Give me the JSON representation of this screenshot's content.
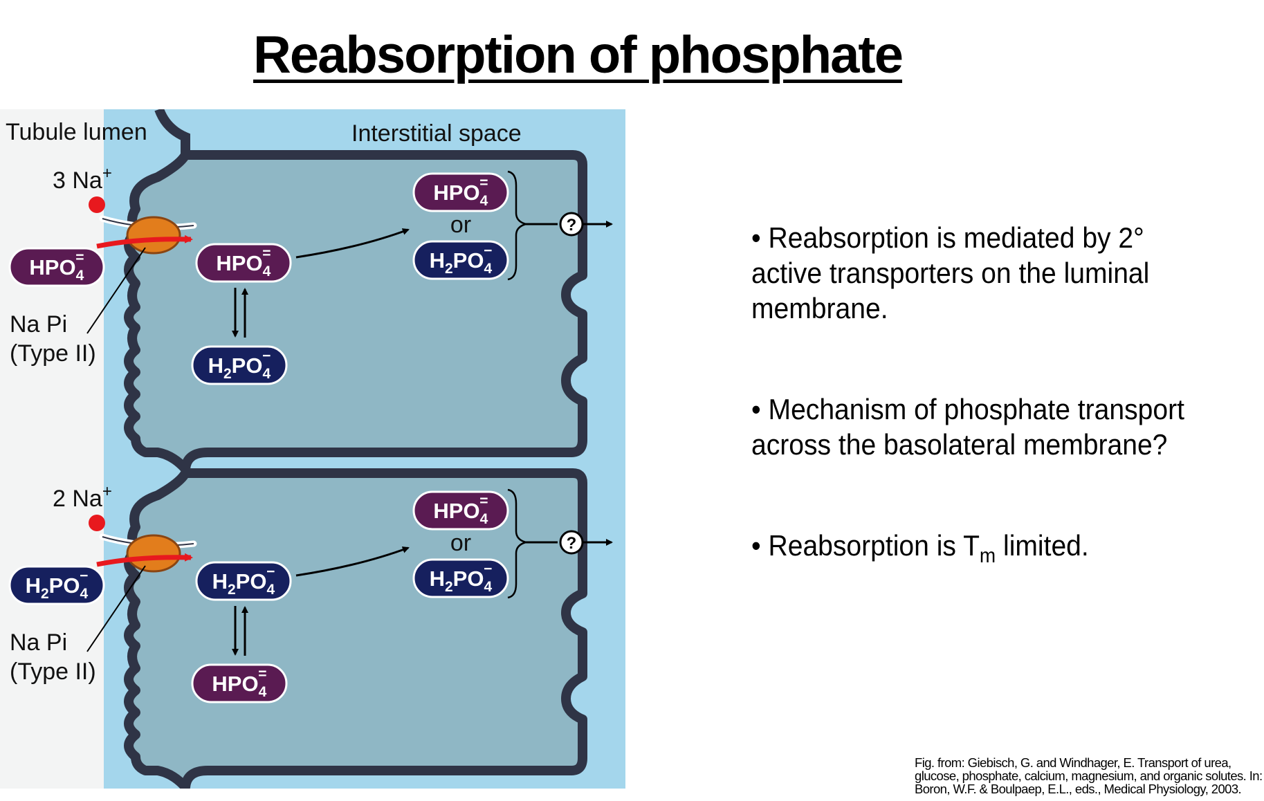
{
  "title": "Reabsorption of phosphate",
  "colors": {
    "interstitial": "#a4d6ec",
    "cell": "#8fb7c5",
    "membrane": "#2f3446",
    "hpo4_box": "#5a1b52",
    "h2po4_box": "#16205e",
    "sodium": "#e8191e",
    "transporter": "#e27d1c"
  },
  "diagram": {
    "tubule_lumen_label": "Tubule lumen",
    "interstitial_label": "Interstitial space",
    "cells": [
      {
        "na_label": "3 Na",
        "na_charge": "+",
        "luminal_ion": {
          "base": "HPO",
          "sub": "4",
          "sup": "=",
          "kind": "hpo4"
        },
        "cytosol_ion": {
          "base": "HPO",
          "sub": "4",
          "sup": "=",
          "kind": "hpo4"
        },
        "equilibrium_ion": {
          "base": "H",
          "sub1": "2",
          "mid": "PO",
          "sub": "4",
          "sup": "−",
          "kind": "h2po4"
        },
        "basolateral_ion_top": {
          "base": "HPO",
          "sub": "4",
          "sup": "=",
          "kind": "hpo4"
        },
        "or_label": "or",
        "basolateral_ion_bottom": {
          "base": "H",
          "sub1": "2",
          "mid": "PO",
          "sub": "4",
          "sup": "−",
          "kind": "h2po4"
        },
        "transporter_name": "Na Pi",
        "transporter_type": "(Type II)",
        "exit_symbol": "?"
      },
      {
        "na_label": "2 Na",
        "na_charge": "+",
        "luminal_ion": {
          "base": "H",
          "sub1": "2",
          "mid": "PO",
          "sub": "4",
          "sup": "−",
          "kind": "h2po4"
        },
        "cytosol_ion": {
          "base": "H",
          "sub1": "2",
          "mid": "PO",
          "sub": "4",
          "sup": "−",
          "kind": "h2po4"
        },
        "equilibrium_ion": {
          "base": "HPO",
          "sub": "4",
          "sup": "=",
          "kind": "hpo4"
        },
        "basolateral_ion_top": {
          "base": "HPO",
          "sub": "4",
          "sup": "=",
          "kind": "hpo4"
        },
        "or_label": "or",
        "basolateral_ion_bottom": {
          "base": "H",
          "sub1": "2",
          "mid": "PO",
          "sub": "4",
          "sup": "−",
          "kind": "h2po4"
        },
        "transporter_name": "Na Pi",
        "transporter_type": "(Type II)",
        "exit_symbol": "?"
      }
    ]
  },
  "bullets": [
    {
      "text": "• Reabsorption is mediated by 2° active transporters on the luminal membrane."
    },
    {
      "text": "• Mechanism of phosphate transport across the basolateral membrane?"
    },
    {
      "prefix": "• Reabsorption is T",
      "subscript": "m",
      "suffix": " limited."
    }
  ],
  "citation": "Fig. from: Giebisch, G. and Windhager, E. Transport of urea, glucose, phosphate, calcium, magnesium, and organic solutes. In: Boron, W.F. & Boulpaep, E.L., eds., Medical Physiology, 2003."
}
